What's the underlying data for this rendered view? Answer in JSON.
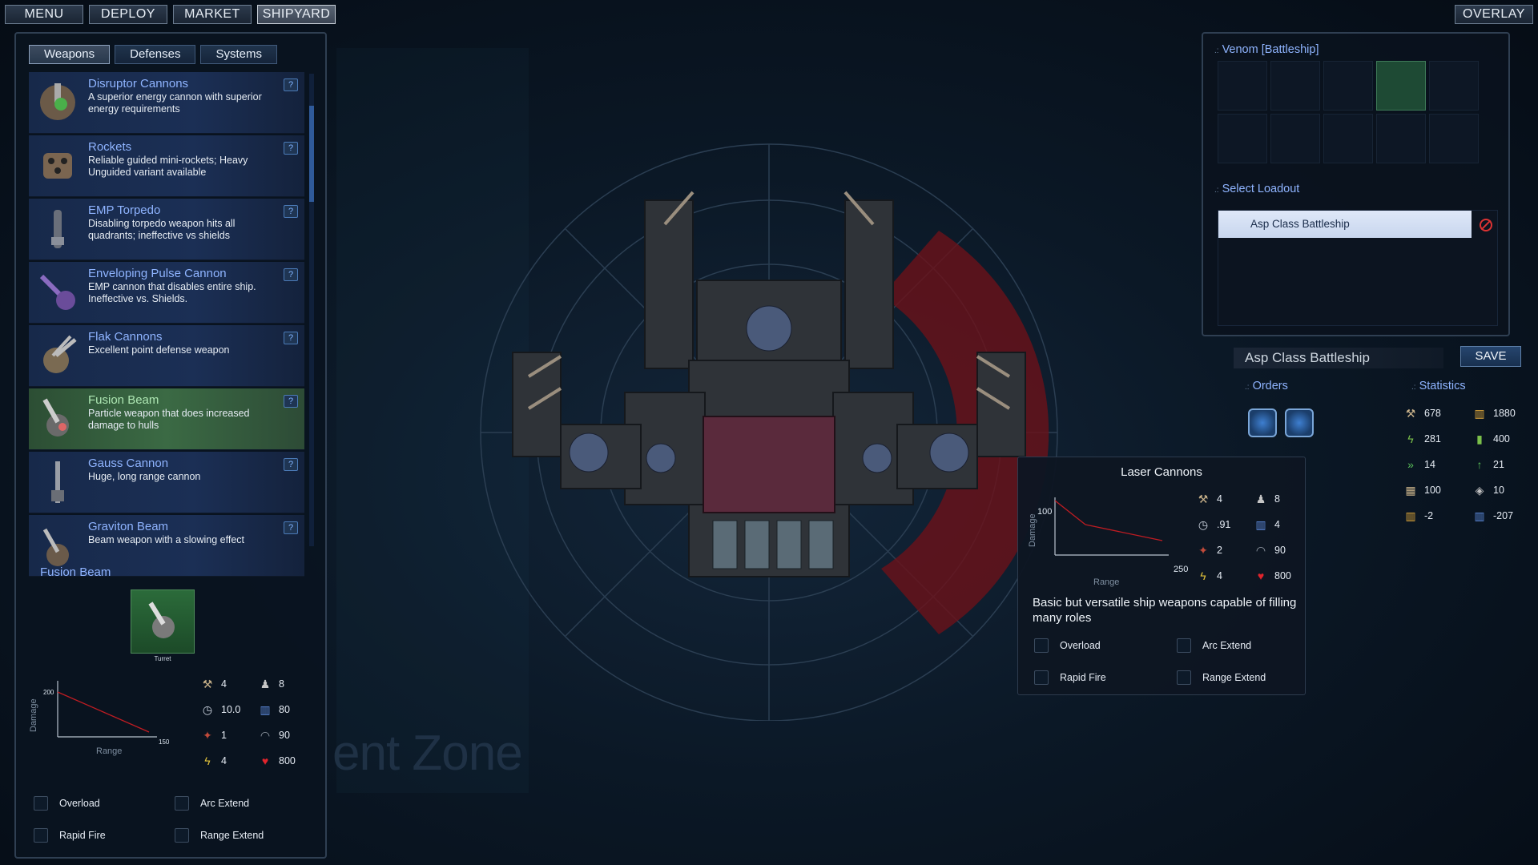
{
  "top_menu": {
    "menu": "MENU",
    "deploy": "DEPLOY",
    "market": "MARKET",
    "shipyard": "SHIPYARD",
    "overlay": "OVERLAY"
  },
  "left": {
    "tabs": [
      "Weapons",
      "Defenses",
      "Systems"
    ],
    "active_tab": "Weapons",
    "weapons": [
      {
        "name": "Disruptor Cannons",
        "desc": "A superior energy cannon with superior energy requirements",
        "help": "?"
      },
      {
        "name": "Rockets",
        "desc": "Reliable guided mini-rockets; Heavy Unguided variant available",
        "help": "?"
      },
      {
        "name": "EMP Torpedo",
        "desc": "Disabling torpedo weapon hits all quadrants; ineffective vs shields",
        "help": "?"
      },
      {
        "name": "Enveloping Pulse Cannon",
        "desc": "EMP cannon that disables entire ship. Ineffective vs. Shields.",
        "help": "?"
      },
      {
        "name": "Flak Cannons",
        "desc": "Excellent point defense weapon",
        "help": "?"
      },
      {
        "name": "Fusion Beam",
        "desc": "Particle weapon that does increased damage to hulls",
        "help": "?"
      },
      {
        "name": "Gauss Cannon",
        "desc": "Huge, long range cannon",
        "help": "?"
      },
      {
        "name": "Graviton Beam",
        "desc": "Beam weapon with a slowing effect",
        "help": "?"
      }
    ],
    "selected_weapon": "Fusion Beam",
    "detail": {
      "title": "Fusion Beam",
      "mount": "Turret",
      "graph": {
        "ylabel": "Damage",
        "xlabel": "Range",
        "y_tick": "200",
        "x_tick": "150"
      },
      "stats": [
        {
          "icon": "hammer-icon",
          "value": "4"
        },
        {
          "icon": "crew-icon",
          "value": "8"
        },
        {
          "icon": "clock-icon",
          "value": "10.0"
        },
        {
          "icon": "ammo-icon",
          "value": "80"
        },
        {
          "icon": "burst-icon",
          "value": "1"
        },
        {
          "icon": "arc-icon",
          "value": "90"
        },
        {
          "icon": "power-icon",
          "value": "4"
        },
        {
          "icon": "heart-icon",
          "value": "800"
        }
      ],
      "options": [
        "Overload",
        "Arc Extend",
        "Rapid Fire",
        "Range Extend"
      ]
    }
  },
  "right": {
    "ship_title": "Venom [Battleship]",
    "loadout_title": "Select Loadout",
    "loadout_selected": "Asp Class Battleship",
    "name_field": "Asp Class Battleship",
    "save": "SAVE",
    "orders_title": "Orders",
    "statistics_title": "Statistics",
    "statistics": [
      {
        "icon": "hammer-icon",
        "value": "678"
      },
      {
        "icon": "ammo-icon",
        "value": "1880"
      },
      {
        "icon": "power-icon",
        "value": "281"
      },
      {
        "icon": "battery-icon",
        "value": "400"
      },
      {
        "icon": "speed-icon",
        "value": "14"
      },
      {
        "icon": "turn-icon",
        "value": "21"
      },
      {
        "icon": "armor-icon",
        "value": "100"
      },
      {
        "icon": "shield-icon",
        "value": "10"
      },
      {
        "icon": "power-balance-icon",
        "value": "-2"
      },
      {
        "icon": "crew-balance-icon",
        "value": "-207"
      }
    ]
  },
  "tooltip": {
    "title": "Laser Cannons",
    "graph": {
      "ylabel": "Damage",
      "xlabel": "Range",
      "y_tick": "100",
      "x_tick": "250"
    },
    "stats": [
      {
        "icon": "hammer-icon",
        "value": "4"
      },
      {
        "icon": "crew-icon",
        "value": "8"
      },
      {
        "icon": "clock-icon",
        "value": ".91"
      },
      {
        "icon": "ammo-icon",
        "value": "4"
      },
      {
        "icon": "burst-icon",
        "value": "2"
      },
      {
        "icon": "arc-icon",
        "value": "90"
      },
      {
        "icon": "power-icon",
        "value": "4"
      },
      {
        "icon": "heart-icon",
        "value": "800"
      }
    ],
    "desc": "Basic but versatile ship weapons capable of filling many roles",
    "options": [
      "Overload",
      "Arc Extend",
      "Rapid Fire",
      "Range Extend"
    ]
  },
  "background": {
    "zone_text": "ent Zone"
  },
  "colors": {
    "accent_blue": "#8fb4ff",
    "selected_green": "#3b6a44",
    "arc_red": "#8a1620"
  }
}
